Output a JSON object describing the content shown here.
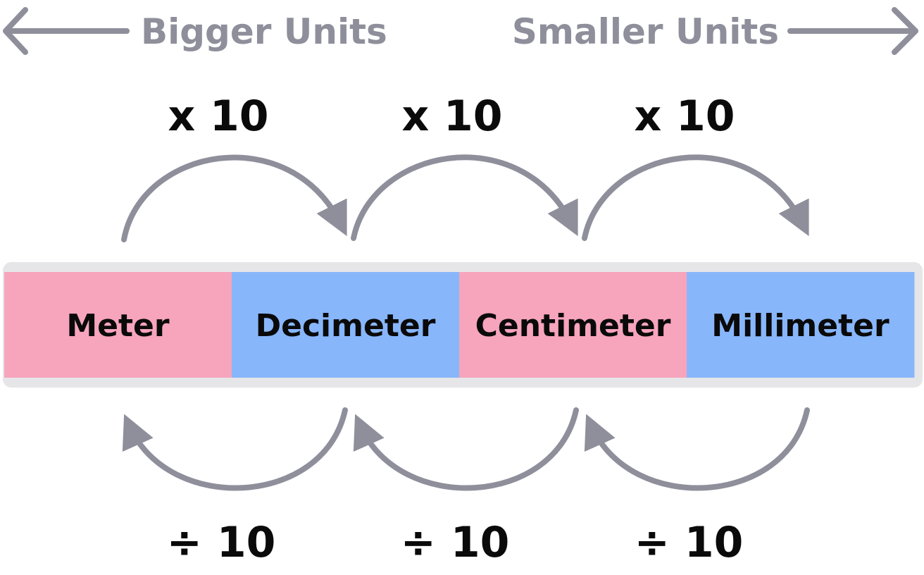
{
  "direction": {
    "left_label": "Bigger Units",
    "right_label": "Smaller Units"
  },
  "units": [
    {
      "label": "Meter",
      "color": "#f7a4bd"
    },
    {
      "label": "Decimeter",
      "color": "#88b6fb"
    },
    {
      "label": "Centimeter",
      "color": "#f7a4bd"
    },
    {
      "label": "Millimeter",
      "color": "#88b6fb"
    }
  ],
  "operations": {
    "multiply": [
      "x 10",
      "x 10",
      "x 10"
    ],
    "divide": [
      "÷ 10",
      "÷ 10",
      "÷ 10"
    ]
  },
  "colors": {
    "arrow": "#8e8f9b",
    "label_gray": "#8e8f9b",
    "bar_track": "#e6e6e8",
    "text": "#0a0a0a"
  }
}
